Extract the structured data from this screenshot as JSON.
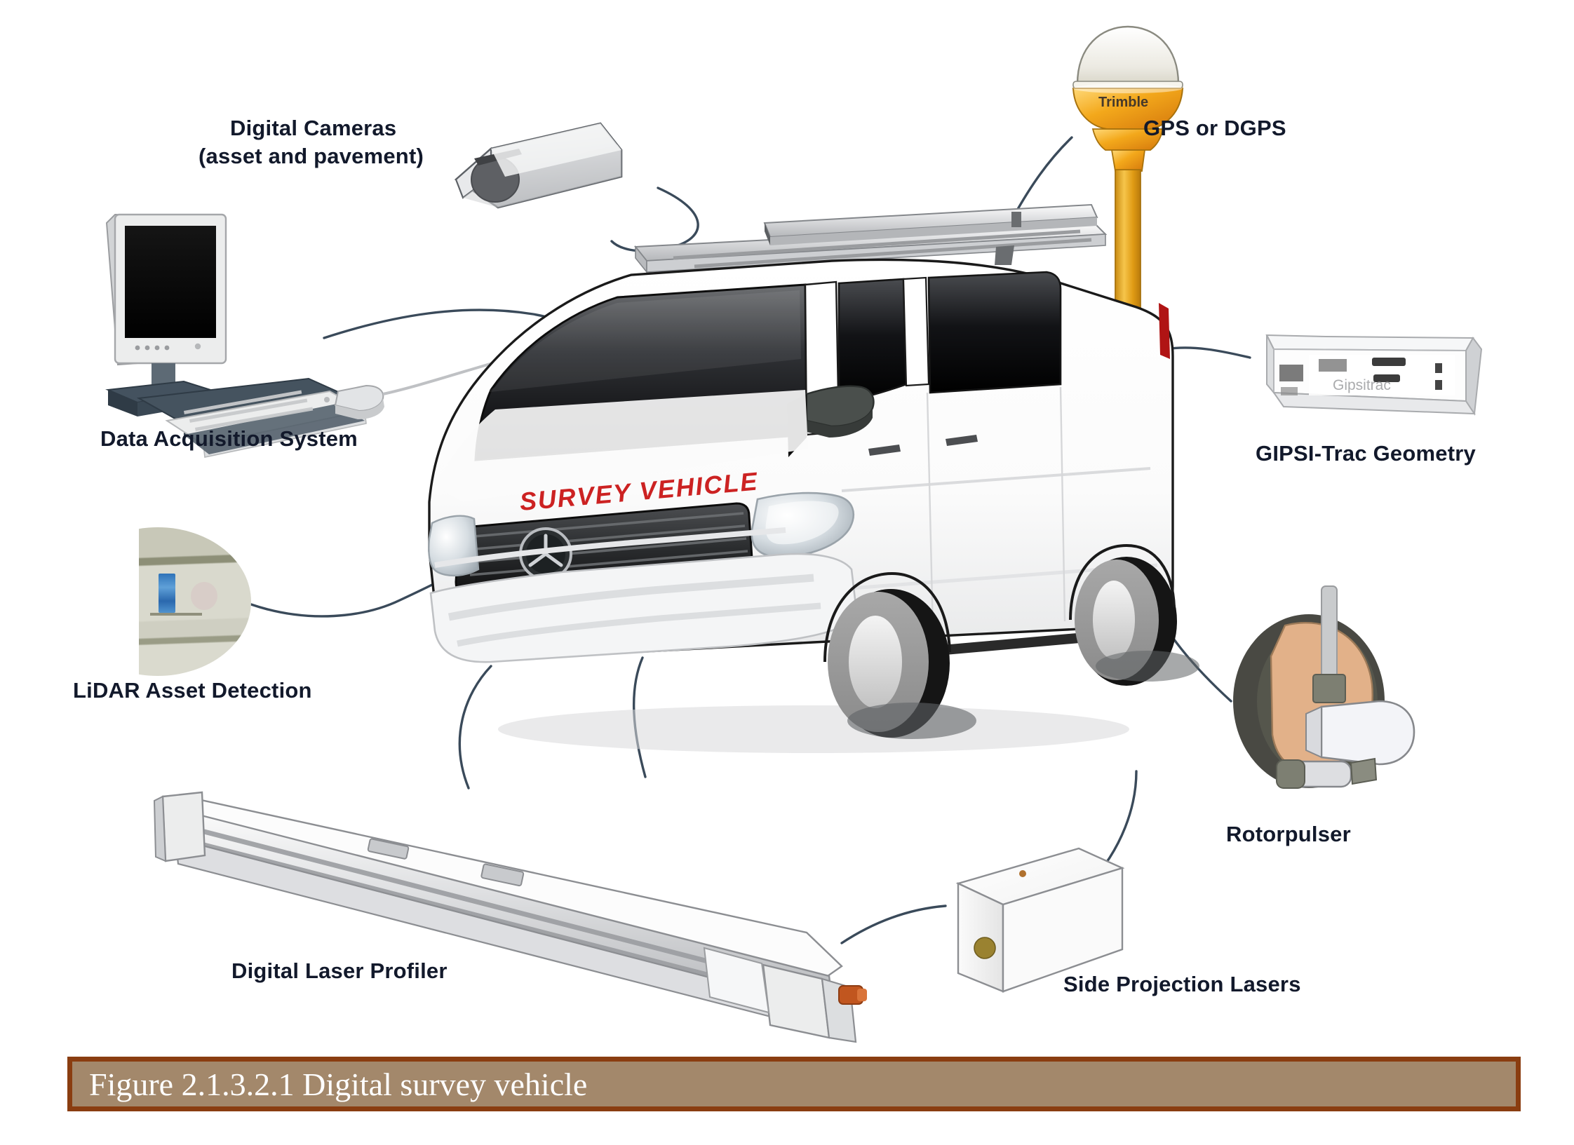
{
  "figure": {
    "caption": "Figure 2.1.3.2.1 Digital survey vehicle",
    "caption_bar_fill": "#a3886b",
    "caption_bar_border": "#8a3d10",
    "caption_text_color": "#ffffff"
  },
  "diagram": {
    "title_on_vehicle": "SURVEY  VEHICLE",
    "vehicle_text_color": "#cc2222",
    "label_color": "#12192b",
    "connector_color": "#3a4a5a",
    "background": "#ffffff"
  },
  "labels": {
    "digital_cameras_line1": "Digital Cameras",
    "digital_cameras_line2": "(asset and pavement)",
    "gps": "GPS or DGPS",
    "gipsi": "GIPSI-Trac Geometry",
    "data_acquisition": "Data Acquisition System",
    "lidar": "LiDAR Asset Detection",
    "rotorpulser": "Rotorpulser",
    "laser_profiler": "Digital Laser Profiler",
    "side_lasers": "Side Projection Lasers"
  },
  "components": [
    {
      "name": "digital-cameras",
      "label": "Digital Cameras (asset and pavement)",
      "icon": "box-camera-icon",
      "color": "#d9dbdc",
      "accent": "#5a5a5a"
    },
    {
      "name": "gps-antenna",
      "label": "GPS or DGPS",
      "icon": "gps-antenna-icon",
      "brand": "Trimble",
      "dome_color": "#f2f2ef",
      "body_color": "#f0a81e",
      "pole_color": "#e0a21c"
    },
    {
      "name": "gipsi-trac",
      "label": "GIPSI-Trac Geometry",
      "icon": "rack-box-icon",
      "brand": "Gipsitrac",
      "color": "#e9eaec"
    },
    {
      "name": "data-acquisition-system",
      "label": "Data Acquisition System",
      "icon": "computer-icon",
      "screen_color": "#101010",
      "bezel_color": "#eceded",
      "base_color": "#3b4956"
    },
    {
      "name": "lidar-asset-detection",
      "label": "LiDAR Asset Detection",
      "icon": "photo-thumbnail-icon",
      "sign_color": "#2f73b8"
    },
    {
      "name": "rotorpulser",
      "label": "Rotorpulser",
      "icon": "wheel-sensor-icon",
      "hub_color": "#e2b189",
      "wheel_color": "#3a3a33",
      "sensor_color": "#f3f4f8"
    },
    {
      "name": "digital-laser-profiler",
      "label": "Digital Laser Profiler",
      "icon": "laser-bar-icon",
      "color": "#eceded",
      "connector_color": "#c1561f"
    },
    {
      "name": "side-projection-lasers",
      "label": "Side Projection Lasers",
      "icon": "laser-box-icon",
      "color": "#fdfdfd",
      "aperture_color": "#9a8230"
    },
    {
      "name": "survey-vehicle",
      "label": "SURVEY  VEHICLE",
      "icon": "van-icon",
      "body_color": "#ffffff",
      "glass_color": "#0d0d0d",
      "wheel_color": "#9a9a9a",
      "taillight_color": "#b01414"
    }
  ],
  "vehicle_badges": {
    "grille_badge": "mercedes-star",
    "roof_rack": "roof-rack-with-sensor-bar"
  }
}
